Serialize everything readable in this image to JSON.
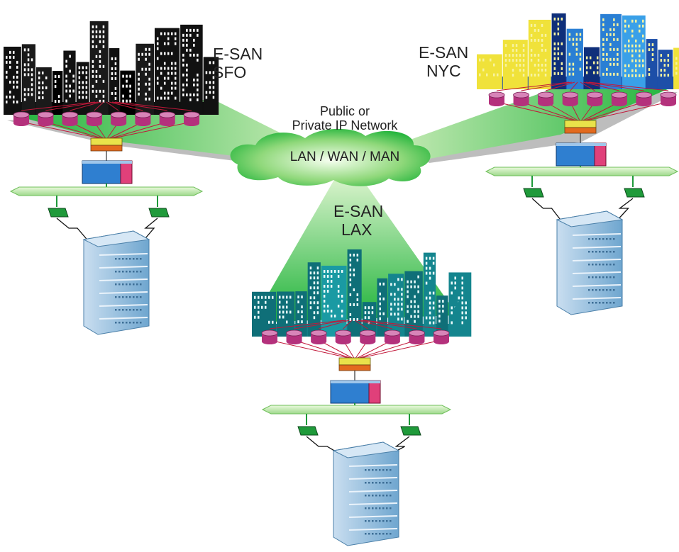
{
  "colors": {
    "beam": "#1fb33a",
    "beam_light": "#dff5d0",
    "disk": "#b4317c",
    "disk_top": "#d884b8",
    "link": "#c2183a",
    "hub_top": "#e9e24a",
    "hub_bottom": "#e36a1e",
    "switch_blue": "#2f7fd0",
    "switch_pink": "#e0407a",
    "bus": "#c9f0b0",
    "nic": "#1f9a3a",
    "server": "#7fb2d6"
  },
  "cloud": {
    "label": "LAN / WAN / MAN",
    "caption_line1": "Public or",
    "caption_line2": "Private IP Network"
  },
  "sites": [
    {
      "id": "sfo",
      "line1": "E-SAN",
      "line2": "SFO",
      "skyline_color": "#111111",
      "disk_count": 8
    },
    {
      "id": "nyc",
      "line1": "E-SAN",
      "line2": "NYC",
      "skyline_color": "#1d4fa8",
      "disk_count": 8
    },
    {
      "id": "lax",
      "line1": "E-SAN",
      "line2": "LAX",
      "skyline_color": "#14858e",
      "disk_count": 8
    }
  ],
  "icons": {
    "cloud": "network-cloud-icon",
    "disk": "disk-drive-icon",
    "hub": "fc-hub-icon",
    "switch": "fc-switch-icon",
    "bus": "lan-bus-icon",
    "nic": "network-adapter-icon",
    "server": "server-rack-icon",
    "skyline": "city-skyline-icon"
  }
}
